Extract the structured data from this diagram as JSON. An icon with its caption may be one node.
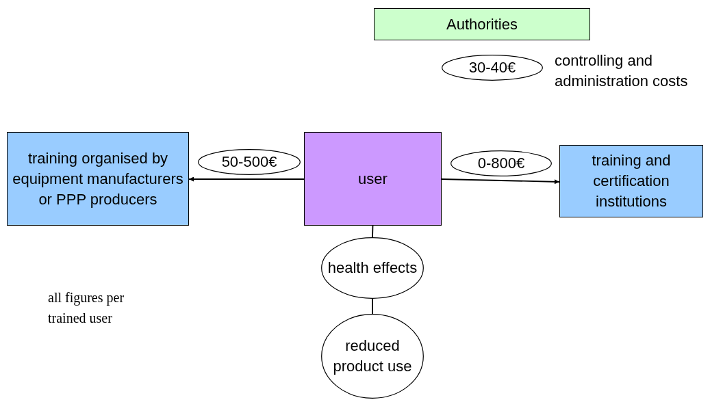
{
  "diagram": {
    "nodes": [
      {
        "text": [
          "Authorities"
        ]
      },
      {
        "text": [
          "30-40€"
        ],
        "beside": [
          "controlling and administration costs"
        ]
      },
      {
        "text": [
          "training organised by equipment manufacturers or PPP producers"
        ]
      },
      {
        "text": [
          "50-500€"
        ]
      },
      {
        "text": [
          "user"
        ]
      },
      {
        "text": [
          "0-800€"
        ]
      },
      {
        "text": [
          "training and certification institutions"
        ]
      },
      {
        "text": [
          "health effects"
        ]
      },
      {
        "text": [
          "reduced product use"
        ]
      }
    ],
    "edges": [
      {
        "from": 4,
        "to": 2,
        "arrow": "to"
      },
      {
        "from": 4,
        "to": 6,
        "arrow": "to"
      },
      {
        "from": 4,
        "to": 7,
        "arrow": "none"
      },
      {
        "from": 7,
        "to": 8,
        "arrow": "none"
      }
    ],
    "labels": [
      "all figures per trained user"
    ]
  }
}
